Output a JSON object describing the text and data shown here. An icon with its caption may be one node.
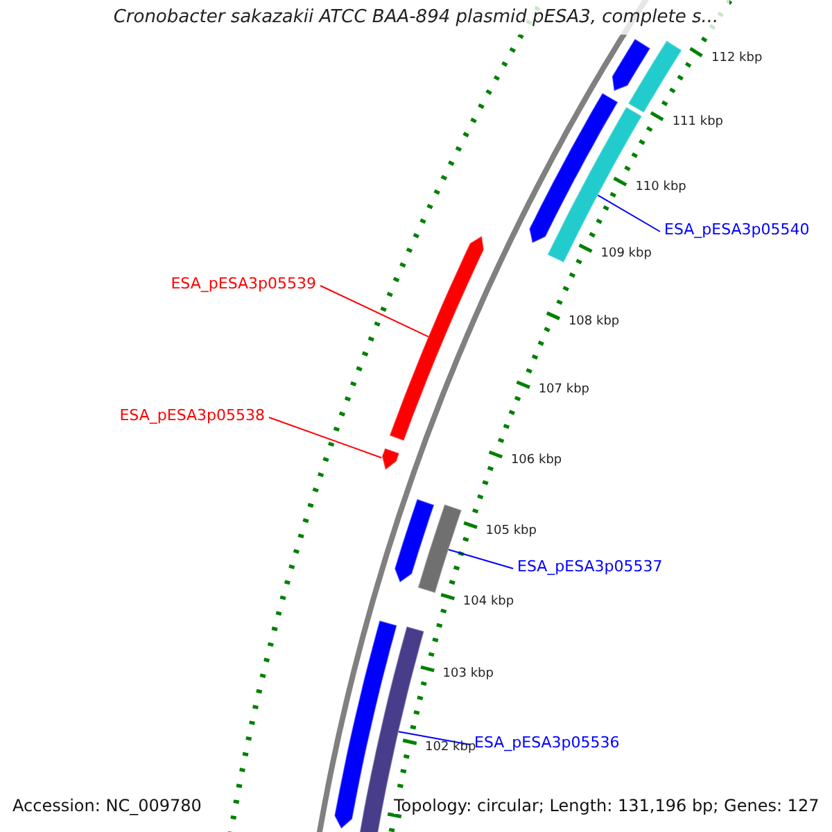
{
  "diagram": {
    "title": "Cronobacter sakazakii ATCC BAA-894 plasmid pESA3, complete s...",
    "nodes": [
      {
        "text": [],
        "shape": "bar"
      },
      {
        "text": [],
        "shape": "bar"
      },
      {
        "text": [],
        "shape": "bar"
      },
      {
        "text": [],
        "shape": "bar"
      },
      {
        "text": [
          "ESA_pESA3p05540"
        ]
      },
      {
        "text": [],
        "shape": "bar"
      },
      {
        "text": [
          "ESA_pESA3p05539"
        ]
      },
      {
        "text": [
          "ESA_pESA3p05538"
        ]
      },
      {
        "text": [],
        "shape": "bar"
      },
      {
        "text": [],
        "shape": "bar"
      },
      {
        "text": [],
        "shape": "bar"
      },
      {
        "text": [
          "ESA_pESA3p05537"
        ]
      },
      {
        "text": [],
        "shape": "bar"
      },
      {
        "text": [],
        "shape": "bar"
      },
      {
        "text": [
          "ESA_pESA3p05536"
        ]
      }
    ],
    "edges": [
      {
        "from": 4,
        "to": 3,
        "arrow": "none"
      },
      {
        "from": 6,
        "to": 5,
        "arrow": "none",
        "color": "#ff0000"
      },
      {
        "from": 7,
        "to": 8,
        "arrow": "none",
        "color": "#ff0000"
      },
      {
        "from": 11,
        "to": 10,
        "arrow": "none"
      },
      {
        "from": 14,
        "to": 13,
        "arrow": "none"
      }
    ],
    "labels": [
      "112 kbp",
      "111 kbp",
      "110 kbp",
      "109 kbp",
      "108 kbp",
      "107 kbp",
      "106 kbp",
      "105 kbp",
      "104 kbp",
      "103 kbp",
      "102 kbp",
      "Accession: NC_009780",
      "Topology: circular; Length: 131,196 bp; Genes: 127"
    ]
  }
}
